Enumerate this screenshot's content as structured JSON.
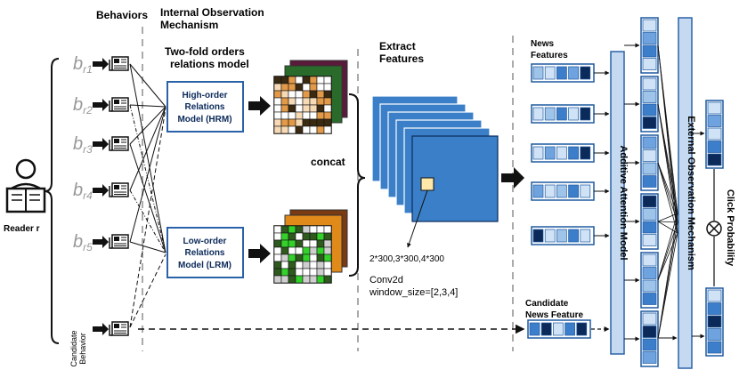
{
  "headers": {
    "behaviors": "Behaviors",
    "internal_line1": "Internal Observation",
    "internal_line2": "Mechanism",
    "twofold_line1": "Two-fold orders",
    "twofold_line2": "relations model",
    "extract_line1": "Extract",
    "extract_line2": "Features"
  },
  "reader": {
    "label": "Reader r"
  },
  "behavior_items": [
    "b",
    "b",
    "b",
    "b",
    "b"
  ],
  "behavior_subscripts": [
    "r1",
    "r2",
    "r3",
    "r4",
    "r5"
  ],
  "candidate_behavior": {
    "line1": "Candidate",
    "line2": "Behavior"
  },
  "hrm": {
    "line1": "High-order",
    "line2": "Relations",
    "line3": "Model (HRM)"
  },
  "lrm": {
    "line1": "Low-order",
    "line2": "Relations",
    "line3": "Model (LRM)"
  },
  "concat": {
    "label": "concat"
  },
  "conv": {
    "sizes": "2*300,3*300,4*300",
    "op": "Conv2d",
    "window": "window_size=[2,3,4]"
  },
  "news_features": {
    "line1": "News",
    "line2": "Features"
  },
  "candidate_feature": {
    "line1": "Candidate",
    "line2": "News Feature"
  },
  "additive_attention": {
    "label": "Additive Attention Model"
  },
  "external_observation": {
    "label": "External Observation Mechanism"
  },
  "click_probability": {
    "label": "Click Probability"
  },
  "colors": {
    "conv_blue": "#3a7fc8",
    "frame_blue": "#2a62a8",
    "bar_fill": "#c5daf1",
    "dark_navy": "#0b2a5a",
    "hrm_colors": [
      "#e39a48",
      "#ffffff",
      "#f6d9b5",
      "#3b2a12"
    ],
    "lrm_colors": [
      "#2e5a1e",
      "#ffffff",
      "#33d12a",
      "#cfcfcf"
    ]
  }
}
